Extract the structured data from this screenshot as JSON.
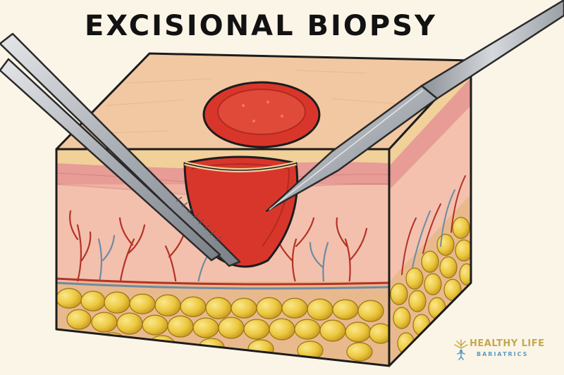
{
  "title": "EXCISIONAL BIOPSY",
  "logo": {
    "line1": "HEALTHY LIFE",
    "line2": "BARIATRICS"
  },
  "colors": {
    "background": "#fbf5e8",
    "skin_surface": "#f2c8a2",
    "lesion": "#d9362b",
    "dermis": "#f1b4a8",
    "fat": "#ecc840",
    "vessel_artery": "#b53226",
    "vessel_vein": "#6f8aa3",
    "instrument_steel": "#b8bcc1",
    "logo_gold": "#c4a84a",
    "logo_blue": "#5a9bc4"
  }
}
